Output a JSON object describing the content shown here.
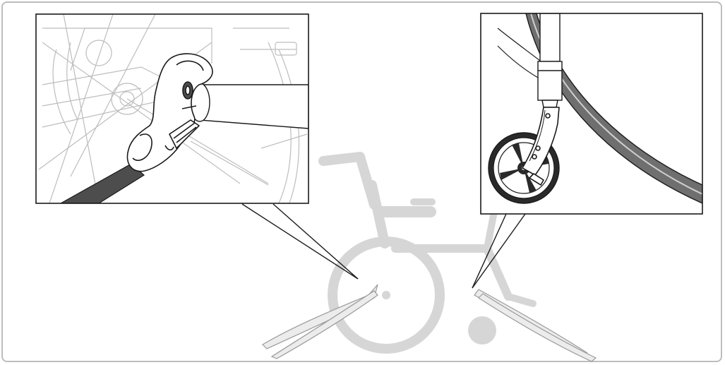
{
  "figure": {
    "kind": "illustration",
    "colors": {
      "frame": "#bdbdbd",
      "ghost_wheelchair": "#d6d6d6",
      "line_art": "#1a1a1a",
      "strap_dark": "#4d4d4d",
      "strap_light": "#e8e8e8",
      "strap_outline": "#9a9a9a"
    },
    "icons": [
      "wheelchair-silhouette",
      "tie-down-strap",
      "strap-hook",
      "caster-wheel",
      "rear-wheel-spokes"
    ]
  }
}
